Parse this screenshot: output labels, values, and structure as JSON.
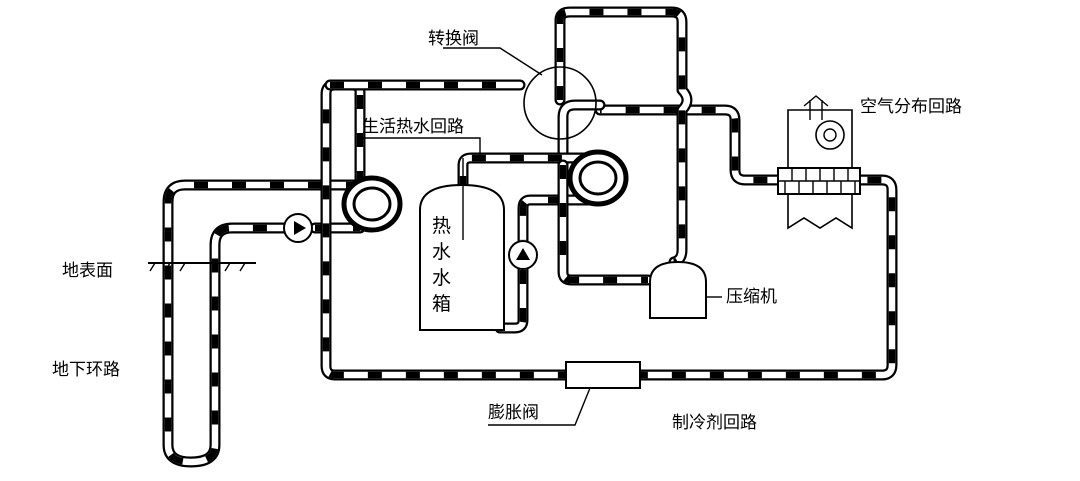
{
  "diagram": {
    "labels": {
      "reversing_valve": "转换阀",
      "air_distribution_loop": "空气分布回路",
      "hot_water_loop": "生活热水回路",
      "ground_surface": "地表面",
      "underground_loop": "地下环路",
      "compressor": "压缩机",
      "expansion_valve": "膨胀阀",
      "refrigerant_loop": "制冷剂回路",
      "hot_water_tank": [
        "热",
        "水",
        "水",
        "箱"
      ]
    },
    "colors": {
      "line": "#000000",
      "background": "#ffffff"
    }
  }
}
